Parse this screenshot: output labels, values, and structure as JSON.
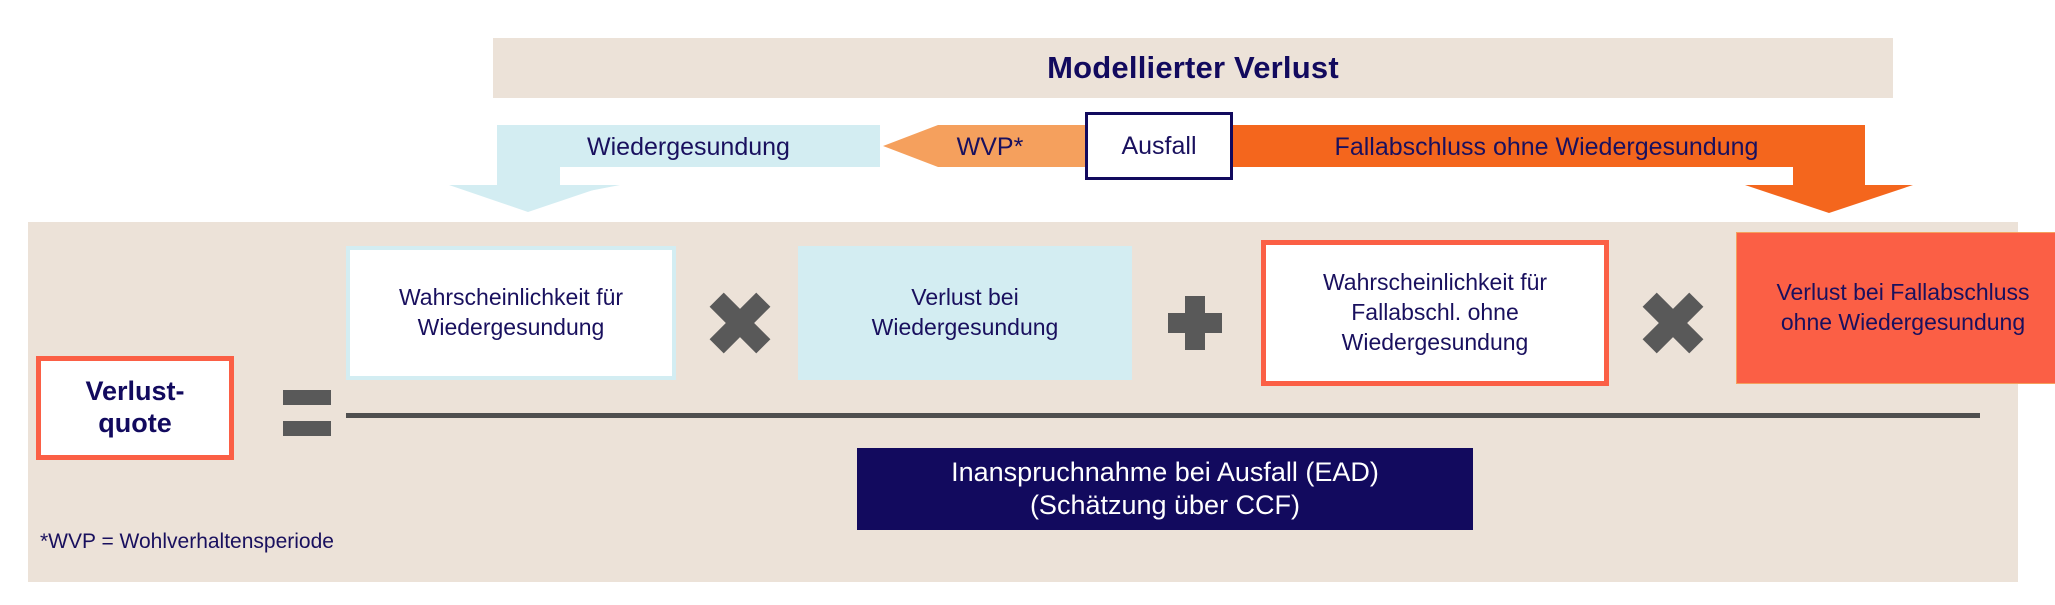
{
  "header": {
    "title": "Modellierter Verlust"
  },
  "timeline": {
    "segments": [
      {
        "label": "Wiedergesundung",
        "color": "#d3edf2",
        "shape": "bar-with-down-arrow"
      },
      {
        "label": "WVP*",
        "color": "#f5a05d",
        "shape": "left-chevron"
      },
      {
        "label": "Ausfall",
        "color": "#ffffff",
        "shape": "bordered-box"
      },
      {
        "label": "Fallabschluss ohne Wiedergesundung",
        "color": "#f4661d",
        "shape": "bar-with-down-arrow"
      }
    ]
  },
  "formula": {
    "result_label_line1": "Verlust-",
    "result_label_line2": "quote",
    "equals_symbol": "=",
    "numerator": [
      {
        "kind": "term",
        "text_line1": "Wahrscheinlichkeit für",
        "text_line2": "Wiedergesundung",
        "style": "white-with-lightblue-border"
      },
      {
        "kind": "operator",
        "symbol": "×",
        "name": "multiply"
      },
      {
        "kind": "term",
        "text_line1": "Verlust bei",
        "text_line2": "Wiedergesundung",
        "style": "solid-lightblue"
      },
      {
        "kind": "operator",
        "symbol": "+",
        "name": "plus"
      },
      {
        "kind": "term",
        "text_line1": "Wahrscheinlichkeit für",
        "text_line2": "Fallabschl. ohne",
        "text_line3": "Wiedergesundung",
        "style": "white-with-coral-border"
      },
      {
        "kind": "operator",
        "symbol": "×",
        "name": "multiply"
      },
      {
        "kind": "term",
        "text_line1": "Verlust bei Fallabschluss",
        "text_line2": "ohne Wiedergesundung",
        "style": "solid-coral"
      }
    ],
    "denominator_line1": "Inanspruchnahme bei Ausfall (EAD)",
    "denominator_line2": "(Schätzung über CCF)"
  },
  "footnote": {
    "text": "*WVP = Wohlverhaltensperiode"
  },
  "colors": {
    "beige_panel": "#ece2d8",
    "navy_text": "#19105e",
    "navy_box": "#120a5e",
    "light_blue": "#d3edf2",
    "light_orange": "#f5a05d",
    "orange": "#f4661d",
    "coral": "#fb5f45",
    "gray_operator": "#595959"
  }
}
